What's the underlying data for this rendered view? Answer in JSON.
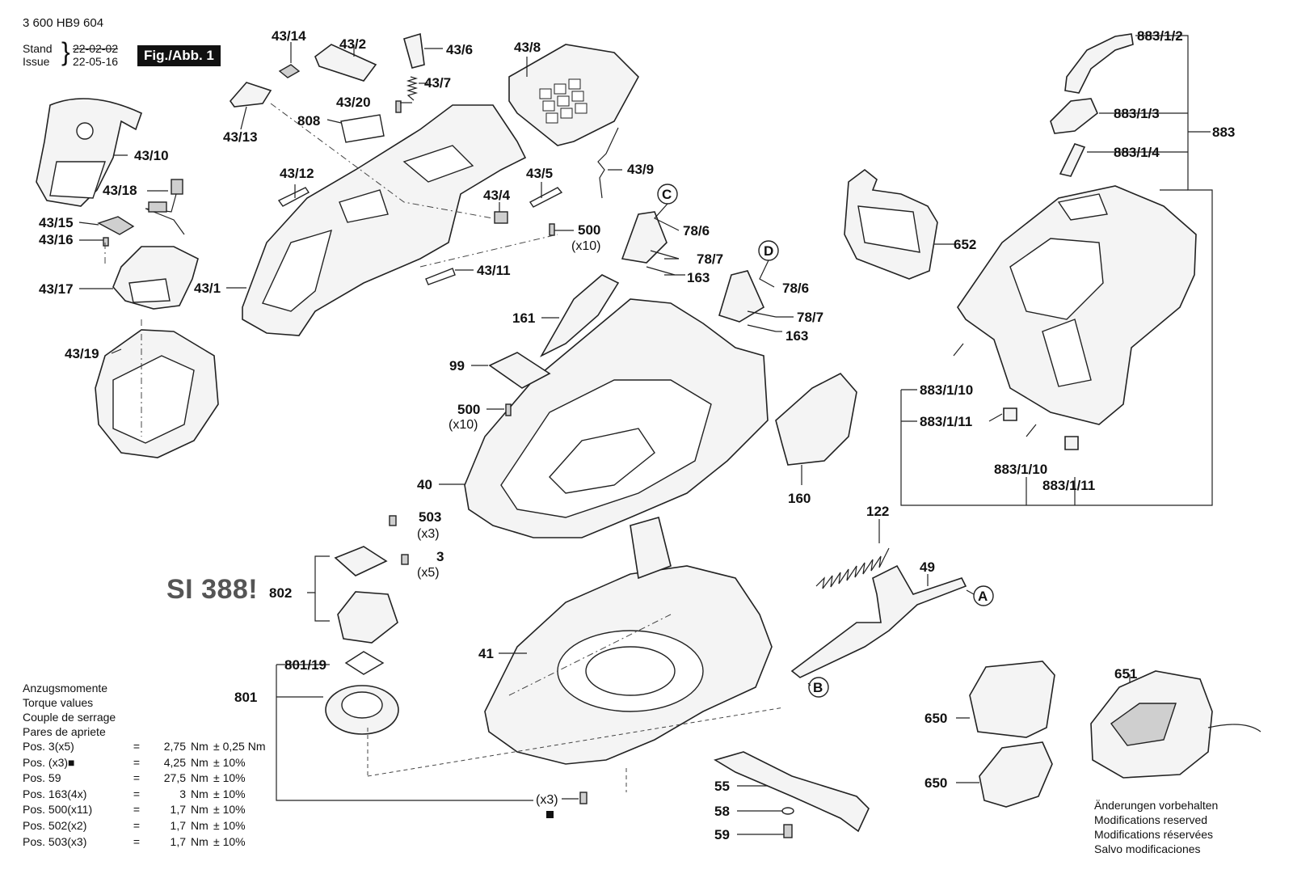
{
  "header": {
    "doc_number": "3 600 HB9 604",
    "stand_label": "Stand",
    "issue_label": "Issue",
    "stand_date": "22-02-02",
    "issue_date": "22-05-16",
    "figure": "Fig./Abb. 1"
  },
  "notice": "SI 388!",
  "parts": {
    "p43_14": "43/14",
    "p43_2": "43/2",
    "p43_6": "43/6",
    "p43_8": "43/8",
    "p43_7": "43/7",
    "p43_20": "43/20",
    "p808": "808",
    "p43_13": "43/13",
    "p43_10": "43/10",
    "p43_18": "43/18",
    "p43_12": "43/12",
    "p43_5": "43/5",
    "p43_9": "43/9",
    "p43_4": "43/4",
    "p43_15": "43/15",
    "p43_16": "43/16",
    "p43_17": "43/17",
    "p43_1": "43/1",
    "p43_11": "43/11",
    "p43_19": "43/19",
    "p500a": "500",
    "p500a_qty": "(x10)",
    "p500b": "500",
    "p500b_qty": "(x10)",
    "p78_6a": "78/6",
    "p78_7a": "78/7",
    "p163a": "163",
    "p78_6b": "78/6",
    "p78_7b": "78/7",
    "p163b": "163",
    "callout_c": "C",
    "callout_d": "D",
    "callout_a": "A",
    "callout_b": "B",
    "p161": "161",
    "p99": "99",
    "p40": "40",
    "p160": "160",
    "p883_1_2": "883/1/2",
    "p883_1_3": "883/1/3",
    "p883": "883",
    "p883_1_4": "883/1/4",
    "p652": "652",
    "p883_1_10a": "883/1/10",
    "p883_1_11a": "883/1/11",
    "p883_1_10b": "883/1/10",
    "p883_1_11b": "883/1/11",
    "p503": "503",
    "p503_qty": "(x3)",
    "p3": "3",
    "p3_qty": "(x5)",
    "p802": "802",
    "p801_19": "801/19",
    "p801": "801",
    "p41": "41",
    "p122": "122",
    "p49": "49",
    "p651": "651",
    "p650a": "650",
    "p650b": "650",
    "p55": "55",
    "p58": "58",
    "p59": "59",
    "px3": "(x3)"
  },
  "torque": {
    "headings": [
      "Anzugsmomente",
      "Torque values",
      "Couple de serrage",
      "Pares de apriete"
    ],
    "rows": [
      {
        "pos": "Pos.    3(x5)",
        "eq": "=",
        "val": "2,75",
        "unit": "Nm",
        "tol": "± 0,25 Nm"
      },
      {
        "pos": "Pos.        (x3)■",
        "eq": "=",
        "val": "4,25",
        "unit": "Nm",
        "tol": "± 10%"
      },
      {
        "pos": "Pos.   59",
        "eq": "=",
        "val": "27,5",
        "unit": "Nm",
        "tol": "± 10%"
      },
      {
        "pos": "Pos. 163(4x)",
        "eq": "=",
        "val": "3",
        "unit": "Nm",
        "tol": "± 10%"
      },
      {
        "pos": "Pos. 500(x11)",
        "eq": "=",
        "val": "1,7",
        "unit": "Nm",
        "tol": "± 10%"
      },
      {
        "pos": "Pos. 502(x2)",
        "eq": "=",
        "val": "1,7",
        "unit": "Nm",
        "tol": "± 10%"
      },
      {
        "pos": "Pos. 503(x3)",
        "eq": "=",
        "val": "1,7",
        "unit": "Nm",
        "tol": "± 10%"
      }
    ]
  },
  "modifications": [
    "Änderungen vorbehalten",
    "Modifications reserved",
    "Modifications réservées",
    "Salvo modificaciones"
  ]
}
